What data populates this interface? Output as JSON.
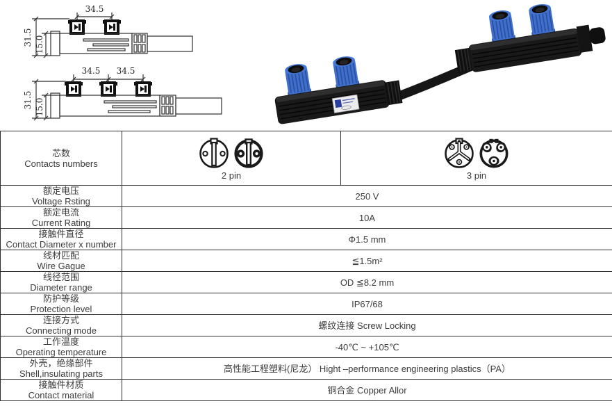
{
  "drawings": {
    "line_color": "#2f2f2f",
    "two_port": {
      "port_pitch": "34.5",
      "height_total": "31.5",
      "height_body": "15.0"
    },
    "three_port": {
      "port_pitch_1": "34.5",
      "port_pitch_2": "34.5",
      "height_total": "31.5",
      "height_body": "15.0"
    }
  },
  "photo": {
    "description": "black M-type splitter connector with blue screw caps",
    "cap_color": "#3f6ecb",
    "body_color": "#181818"
  },
  "spec_table": {
    "pin_columns": [
      {
        "label": "2 pin"
      },
      {
        "label": "3 pin"
      }
    ],
    "rows": [
      {
        "zh": "芯数",
        "en": "Contacts numbers"
      },
      {
        "zh": "额定电压",
        "en": "Voltage Rsting",
        "value": "250 V"
      },
      {
        "zh": "额定电流",
        "en": "Current Rating",
        "value": "10A"
      },
      {
        "zh": "接触件直径",
        "en": "Contact Diameter x number",
        "value": "Φ1.5 mm"
      },
      {
        "zh": "线材匹配",
        "en": "Wire Gague",
        "value": "≦1.5m²"
      },
      {
        "zh": "线径范围",
        "en": "Diameter range",
        "value": "OD ≦8.2 mm"
      },
      {
        "zh": "防护等级",
        "en": "Protection level",
        "value": "IP67/68"
      },
      {
        "zh": "连接方式",
        "en": "Connecting mode",
        "value": "螺纹连接 Screw Locking"
      },
      {
        "zh": "工作温度",
        "en": "Operating temperature",
        "value": "-40℃ ~ +105℃"
      },
      {
        "zh": "外壳，绝缘部件",
        "en": "Shell,insulating parts",
        "value": "高性能工程塑料(尼龙） Hight –performance engineering plastics（PA）"
      },
      {
        "zh": "接触件材质",
        "en": "Contact material",
        "value": "铜合金 Copper Allor"
      }
    ]
  }
}
